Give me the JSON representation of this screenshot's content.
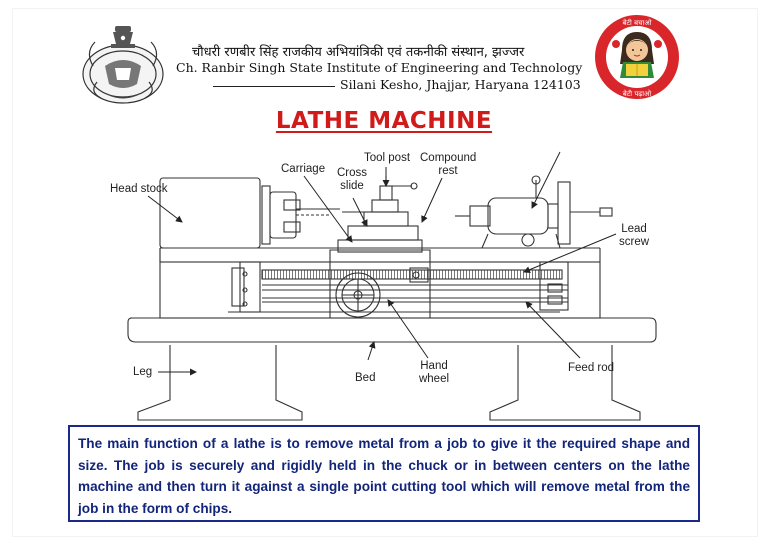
{
  "header": {
    "institute_hindi": "चौधरी रणबीर सिंह राजकीय अभियांत्रिकी एवं तकनीकी संस्थान, झज्जर",
    "institute_english": "Ch. Ranbir Singh State Institute of Engineering and Technology",
    "address": "Silani Kesho, Jhajjar, Haryana 124103",
    "emblem_icon": "haryana-state-emblem-icon",
    "right_logo_icon": "beti-bachao-beti-padhao-logo-icon",
    "right_logo_text_top": "बेटी बचाओ",
    "right_logo_text_bottom": "बेटी पढ़ाओ"
  },
  "title": "LATHE MACHINE",
  "diagram": {
    "labels": {
      "head_stock": "Head stock",
      "carriage": "Carriage",
      "tool_post": "Tool post",
      "compound_rest_line1": "Compound",
      "compound_rest_line2": "rest",
      "cross_slide_line1": "Cross",
      "cross_slide_line2": "slide",
      "lead_screw_line1": "Lead",
      "lead_screw_line2": "screw",
      "leg": "Leg",
      "bed": "Bed",
      "hand_wheel_line1": "Hand",
      "hand_wheel_line2": "wheel",
      "feed_rod": "Feed rod"
    }
  },
  "description": "The main function of a lathe is to remove metal from a job to give it the required shape and size. The job is securely and rigidly held in the chuck or in between centers on the lathe machine and then turn it against a single point cutting tool which will remove metal from the job in the form of chips.",
  "colors": {
    "title_red": "#d11a1a",
    "description_blue": "#13257a",
    "box_border": "#1a2a8a",
    "logo_red": "#d9262b"
  }
}
